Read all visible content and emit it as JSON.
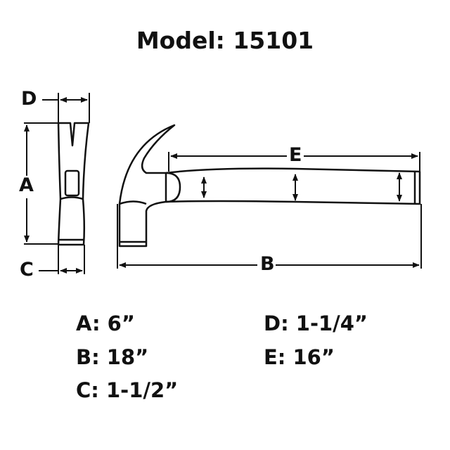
{
  "title": "Model: 15101",
  "dimension_labels": {
    "a": "A",
    "b": "B",
    "c": "C",
    "d": "D",
    "e": "E"
  },
  "specs": [
    {
      "text": "A: 6”"
    },
    {
      "text": "B: 18”"
    },
    {
      "text": "C: 1-1/2”"
    },
    {
      "text": "D: 1-1/4”"
    },
    {
      "text": "E: 16”"
    }
  ]
}
